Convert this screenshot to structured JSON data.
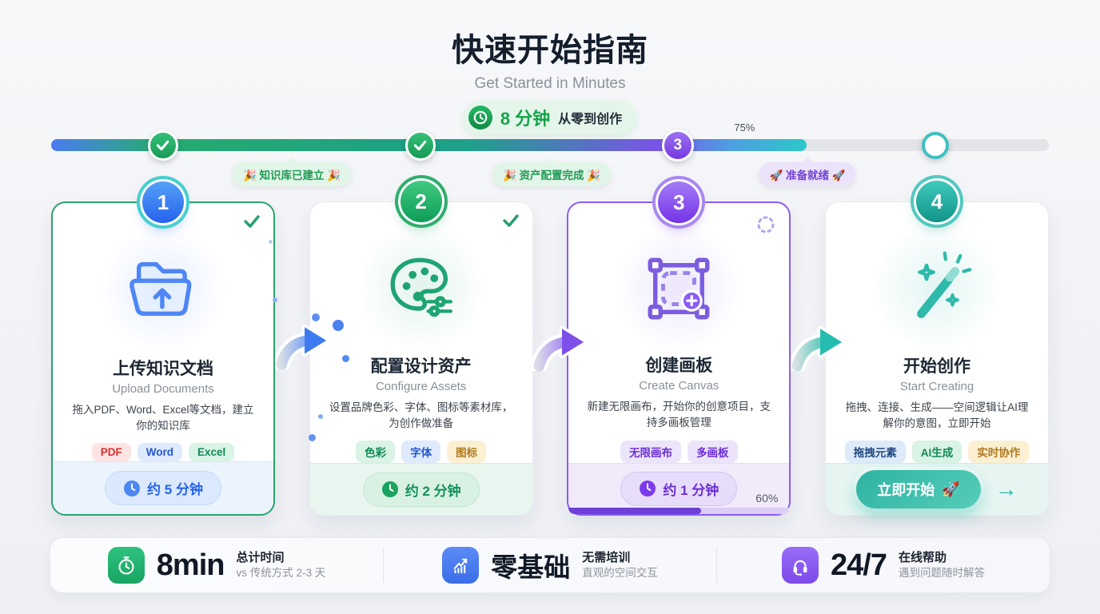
{
  "header": {
    "title": "快速开始指南",
    "subtitle": "Get Started in Minutes",
    "time_badge": {
      "minutes": "8 分钟",
      "label": "从零到创作"
    }
  },
  "progress": {
    "percent_label": "75%",
    "percent": 75,
    "nodes": [
      {
        "type": "check"
      },
      {
        "type": "check"
      },
      {
        "type": "number",
        "label": "3"
      },
      {
        "type": "empty"
      }
    ],
    "milestones": [
      {
        "text": "🎉 知识库已建立 🎉",
        "theme": "green"
      },
      {
        "text": "🎉 资产配置完成 🎉",
        "theme": "green"
      },
      {
        "text": "🚀 准备就绪 🚀",
        "theme": "purple"
      }
    ]
  },
  "steps": [
    {
      "number": "1",
      "title": "上传知识文档",
      "subtitle": "Upload Documents",
      "description": "拖入PDF、Word、Excel等文档，建立你的知识库",
      "tags": [
        "PDF",
        "Word",
        "Excel"
      ],
      "duration": "约 5 分钟",
      "status": "done",
      "icon": "folder-upload-icon"
    },
    {
      "number": "2",
      "title": "配置设计资产",
      "subtitle": "Configure Assets",
      "description": "设置品牌色彩、字体、图标等素材库，为创作做准备",
      "tags": [
        "色彩",
        "字体",
        "图标"
      ],
      "duration": "约 2 分钟",
      "status": "done",
      "icon": "palette-icon"
    },
    {
      "number": "3",
      "title": "创建画板",
      "subtitle": "Create Canvas",
      "description": "新建无限画布，开始你的创意项目，支持多画板管理",
      "tags": [
        "无限画布",
        "多画板"
      ],
      "duration": "约 1 分钟",
      "status": "in-progress",
      "progress_label": "60%",
      "progress": 60,
      "icon": "canvas-icon"
    },
    {
      "number": "4",
      "title": "开始创作",
      "subtitle": "Start Creating",
      "description": "拖拽、连接、生成——空间逻辑让AI理解你的意图，立即开始",
      "tags": [
        "拖拽元素",
        "AI生成",
        "实时协作"
      ],
      "cta": "立即开始",
      "cta_icon": "🚀",
      "status": "upcoming",
      "icon": "magic-wand-icon"
    }
  ],
  "stats": [
    {
      "value": "8min",
      "label": "总计时间",
      "sublabel": "vs 传统方式 2-3 天",
      "icon": "stopwatch-icon",
      "color": "#21b573"
    },
    {
      "value": "零基础",
      "label": "无需培训",
      "sublabel": "直观的空间交互",
      "icon": "chart-up-icon",
      "color": "#4a7df0"
    },
    {
      "value": "24/7",
      "label": "在线帮助",
      "sublabel": "遇到问题随时解答",
      "icon": "headset-icon",
      "color": "#8a5cf5"
    }
  ],
  "icons": {
    "arrow_right": "→"
  },
  "colors": {
    "blue": "#3b82f6",
    "green": "#16a34a",
    "purple": "#8b5cf6",
    "teal": "#2bb8a8"
  }
}
